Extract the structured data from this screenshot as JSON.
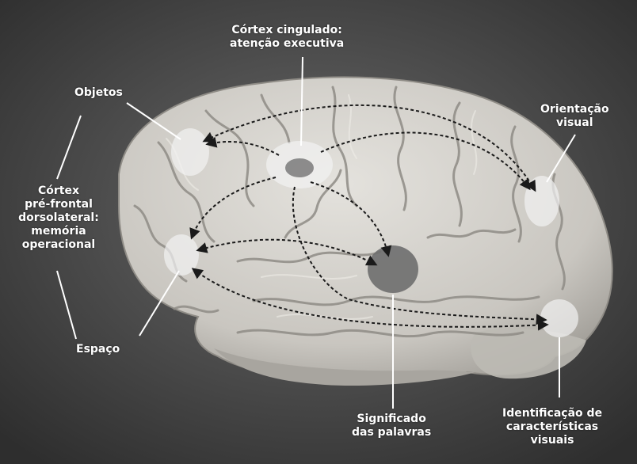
{
  "labels": {
    "cingulate": [
      "Córtex cingulado:",
      "atenção executiva"
    ],
    "objects": [
      "Objetos"
    ],
    "visual_orientation": [
      "Orientação",
      "visual"
    ],
    "prefrontal": [
      "Córtex",
      "pré-frontal",
      "dorsolateral:",
      "memória",
      "operacional"
    ],
    "space": [
      "Espaço"
    ],
    "word_meaning": [
      "Significado",
      "das palavras"
    ],
    "visual_features": [
      "Identificação de",
      "características",
      "visuais"
    ]
  },
  "colors": {
    "background": "#3a3a3a",
    "brain": "#d6d4cf",
    "sulcus": "#8f8c86",
    "highlight": "#f2f2f2",
    "dark_region": "#6e6e6e",
    "arrow": "#1a1a1a",
    "label": "#ffffff"
  }
}
